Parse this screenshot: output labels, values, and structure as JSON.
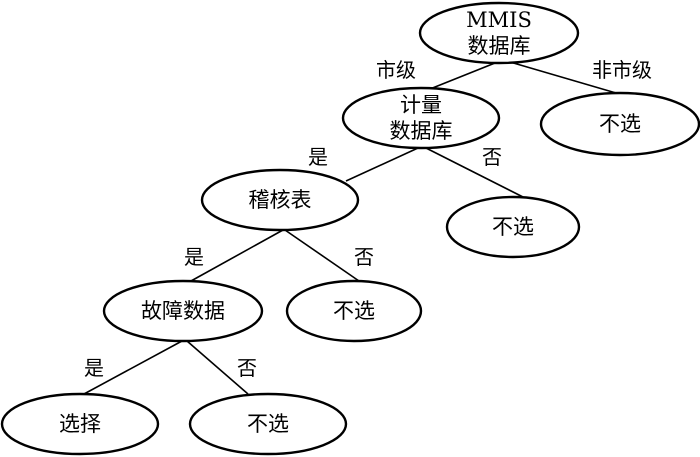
{
  "diagram": {
    "type": "decision-tree",
    "nodes": [
      {
        "id": "root",
        "lines": [
          "MMIS",
          "数据库"
        ]
      },
      {
        "id": "metering",
        "lines": [
          "计量",
          "数据库"
        ]
      },
      {
        "id": "reject1",
        "lines": [
          "不选"
        ]
      },
      {
        "id": "audit",
        "lines": [
          "稽核表"
        ]
      },
      {
        "id": "reject2",
        "lines": [
          "不选"
        ]
      },
      {
        "id": "fault",
        "lines": [
          "故障数据"
        ]
      },
      {
        "id": "reject3",
        "lines": [
          "不选"
        ]
      },
      {
        "id": "select",
        "lines": [
          "选择"
        ]
      },
      {
        "id": "reject4",
        "lines": [
          "不选"
        ]
      }
    ],
    "edges": [
      {
        "from": "root",
        "to": "metering",
        "label": "市级"
      },
      {
        "from": "root",
        "to": "reject1",
        "label": "非市级"
      },
      {
        "from": "metering",
        "to": "audit",
        "label": "是"
      },
      {
        "from": "metering",
        "to": "reject2",
        "label": "否"
      },
      {
        "from": "audit",
        "to": "fault",
        "label": "是"
      },
      {
        "from": "audit",
        "to": "reject3",
        "label": "否"
      },
      {
        "from": "fault",
        "to": "select",
        "label": "是"
      },
      {
        "from": "fault",
        "to": "reject4",
        "label": "否"
      }
    ]
  }
}
